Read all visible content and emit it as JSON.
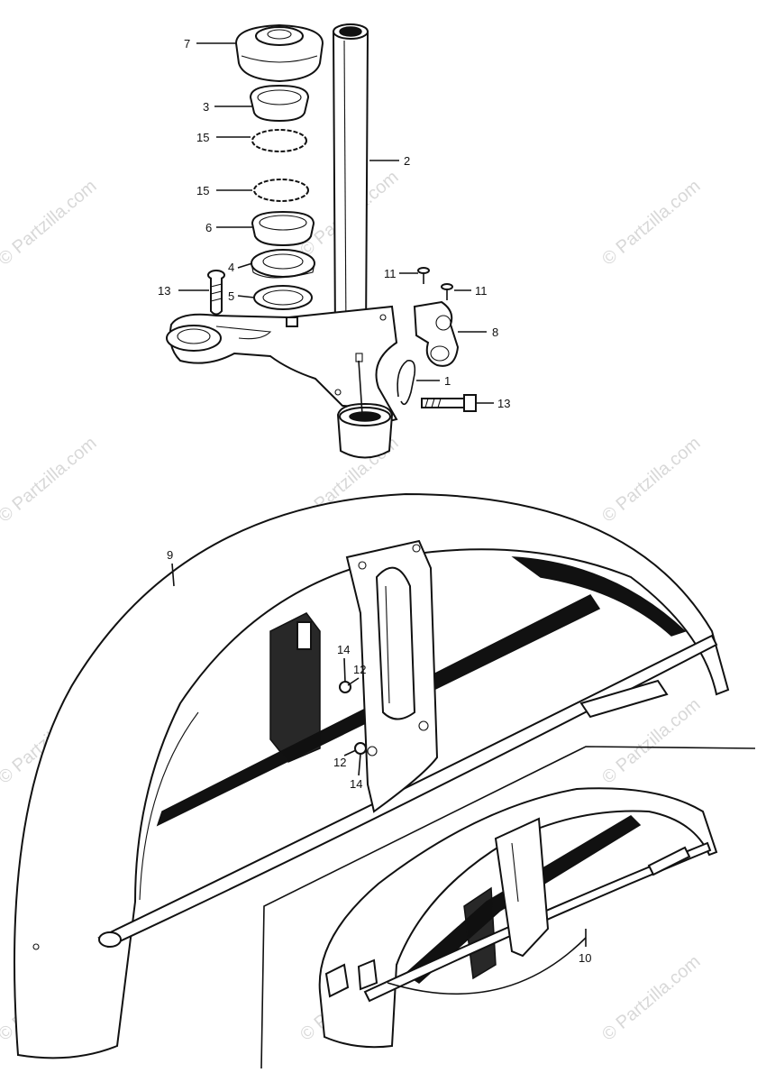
{
  "watermark": "© Partzilla.com",
  "callouts": [
    {
      "id": "c7",
      "text": "7"
    },
    {
      "id": "c3",
      "text": "3"
    },
    {
      "id": "c15a",
      "text": "15"
    },
    {
      "id": "c15b",
      "text": "15"
    },
    {
      "id": "c6",
      "text": "6"
    },
    {
      "id": "c4",
      "text": "4"
    },
    {
      "id": "c13a",
      "text": "13"
    },
    {
      "id": "c5",
      "text": "5"
    },
    {
      "id": "c2",
      "text": "2"
    },
    {
      "id": "c11a",
      "text": "11"
    },
    {
      "id": "c11b",
      "text": "11"
    },
    {
      "id": "c8",
      "text": "8"
    },
    {
      "id": "c1",
      "text": "1"
    },
    {
      "id": "c13b",
      "text": "13"
    },
    {
      "id": "c9",
      "text": "9"
    },
    {
      "id": "c14a",
      "text": "14"
    },
    {
      "id": "c12a",
      "text": "12"
    },
    {
      "id": "c12b",
      "text": "12"
    },
    {
      "id": "c14b",
      "text": "14"
    },
    {
      "id": "c10",
      "text": "10"
    }
  ]
}
